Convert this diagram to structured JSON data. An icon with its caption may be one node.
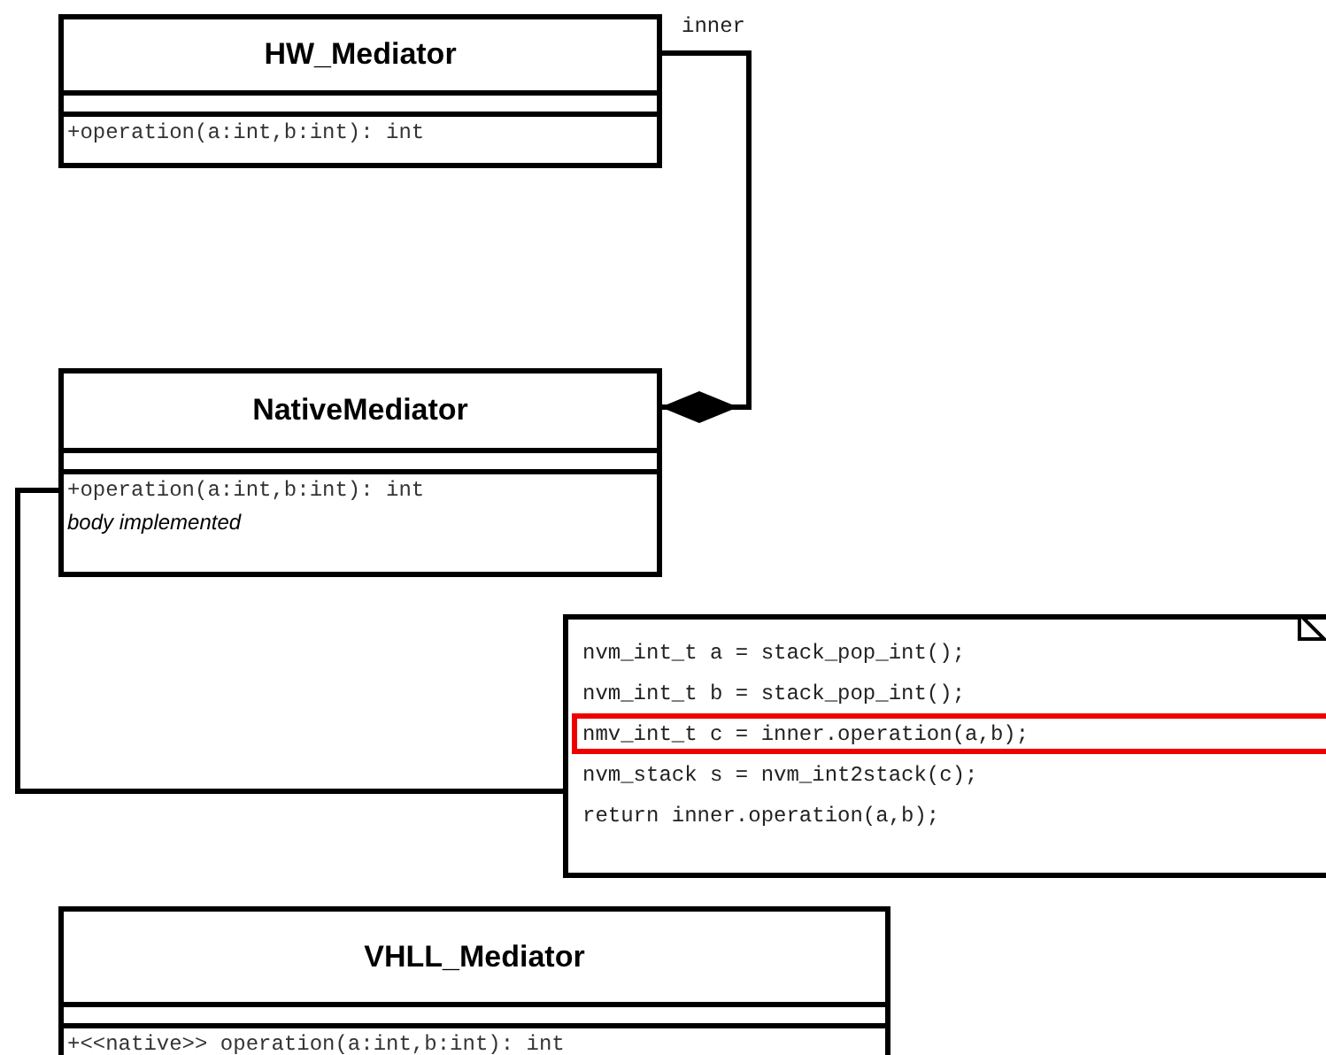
{
  "diagram": {
    "nodes": [
      {
        "text": [
          "HW_Mediator",
          "+operation(a:int,b:int): int"
        ]
      },
      {
        "text": [
          "NativeMediator",
          "+operation(a:int,b:int): int",
          "body implemented"
        ]
      },
      {
        "text": [
          "nvm_int_t a = stack_pop_int();",
          "nvm_int_t b = stack_pop_int();",
          "nmv_int_t c = inner.operation(a,b);",
          "nvm_stack s = nvm_int2stack(c);",
          "return inner.operation(a,b);"
        ]
      },
      {
        "text": [
          "VHLL_Mediator",
          "+<<native>> operation(a:int,b:int): int"
        ]
      }
    ],
    "edges": [
      {
        "from": 0,
        "to": 1,
        "arrow": "other",
        "label": "inner"
      },
      {
        "from": 1,
        "to": 2,
        "arrow": "none"
      }
    ]
  }
}
